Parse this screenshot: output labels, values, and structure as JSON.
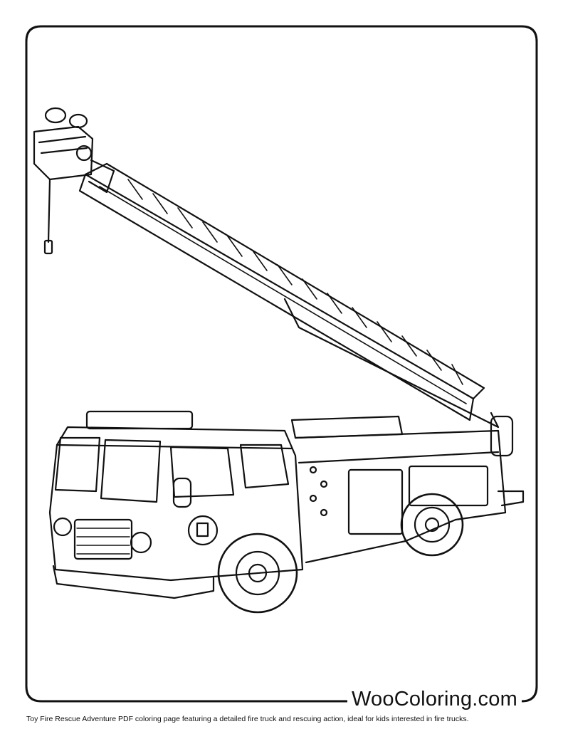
{
  "page": {
    "brand": "WooColoring.com",
    "caption": "Toy Fire Rescue Adventure PDF coloring page featuring a detailed fire truck and rescuing action, ideal for kids interested in fire trucks."
  },
  "illustration": {
    "subject": "fire-truck-with-ladder",
    "line_color": "#111111",
    "background": "#ffffff"
  }
}
